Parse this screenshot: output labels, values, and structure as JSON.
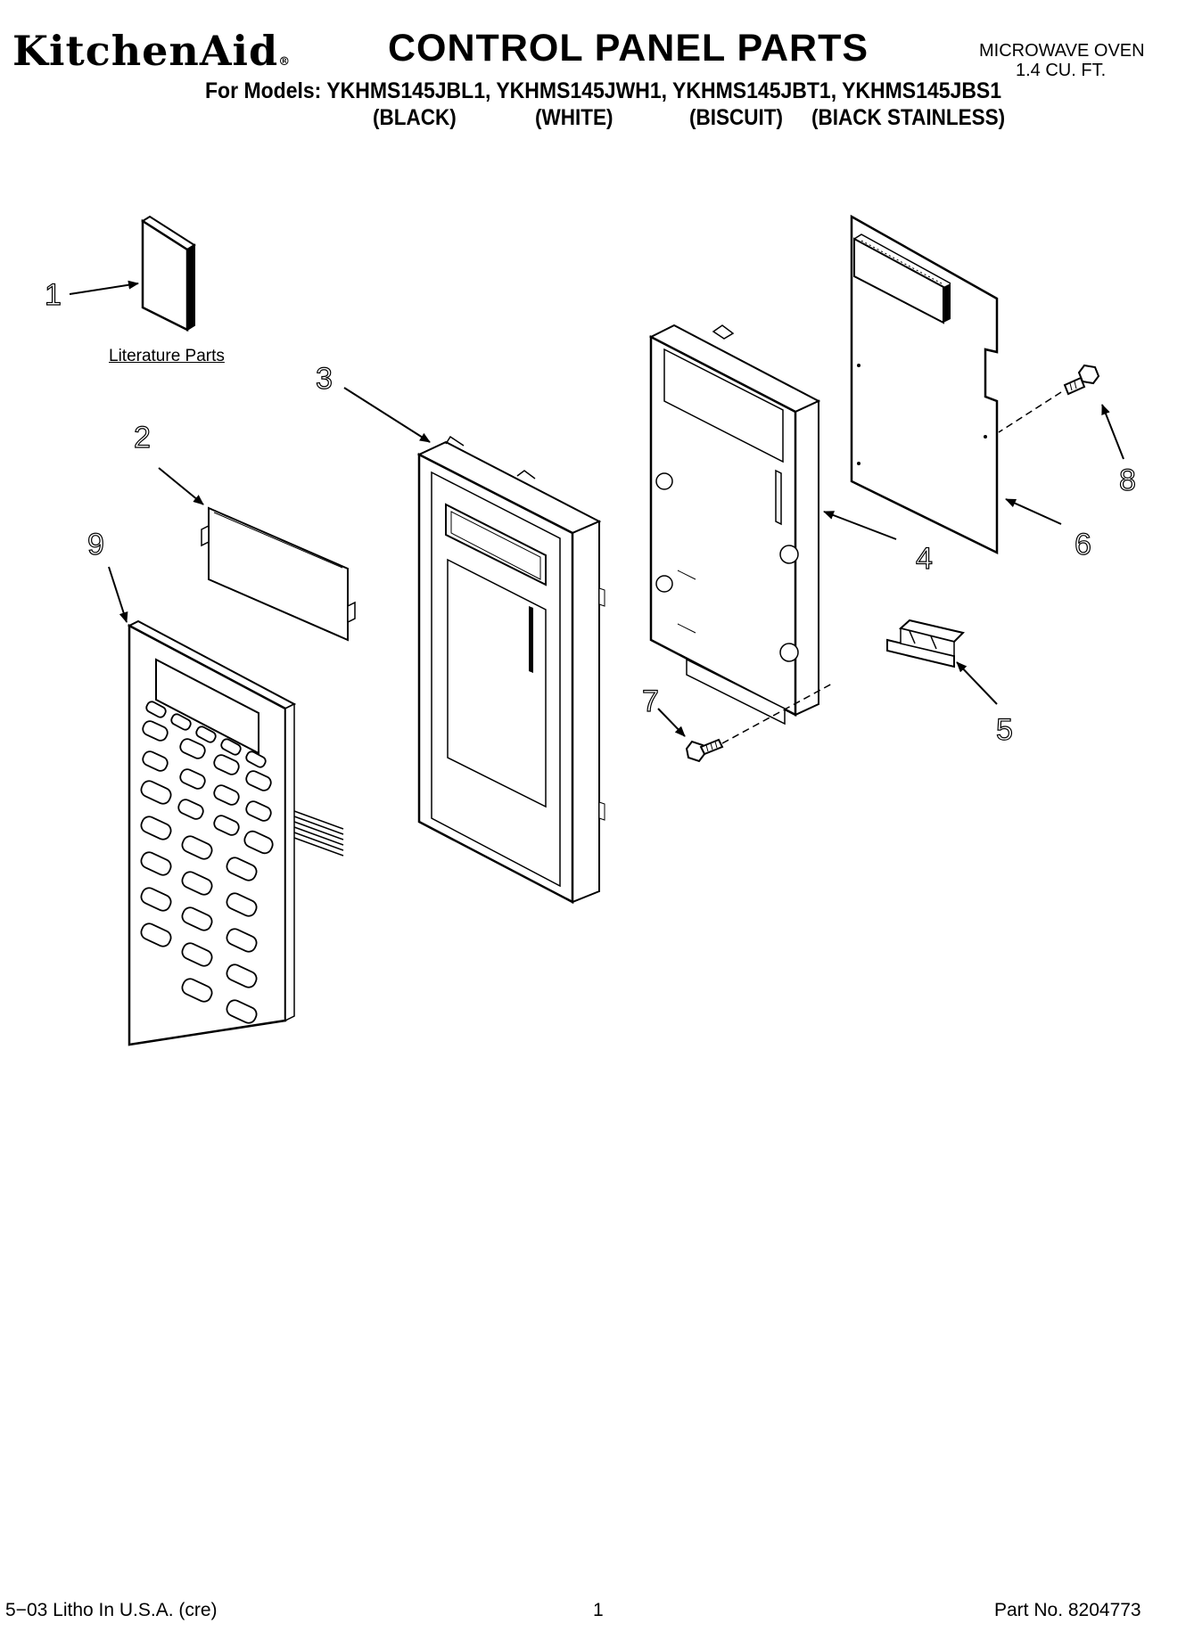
{
  "header": {
    "brand": "KitchenAid",
    "brand_mark": "®",
    "title": "CONTROL PANEL PARTS",
    "product_type": "MICROWAVE OVEN",
    "capacity": "1.4 CU. FT.",
    "models_line": "For Models: YKHMS145JBL1, YKHMS145JWH1, YKHMS145JBT1, YKHMS145JBS1",
    "colors": [
      "(BLACK)",
      "(WHITE)",
      "(BISCUIT)",
      "(BIACK STAINLESS)"
    ]
  },
  "diagram": {
    "literature_label": "Literature Parts",
    "callouts": [
      "1",
      "2",
      "3",
      "4",
      "5",
      "6",
      "7",
      "8",
      "9"
    ]
  },
  "footer": {
    "litho": "5−03 Litho In U.S.A. (cre)",
    "page_number": "1",
    "part_number": "Part No. 8204773"
  }
}
